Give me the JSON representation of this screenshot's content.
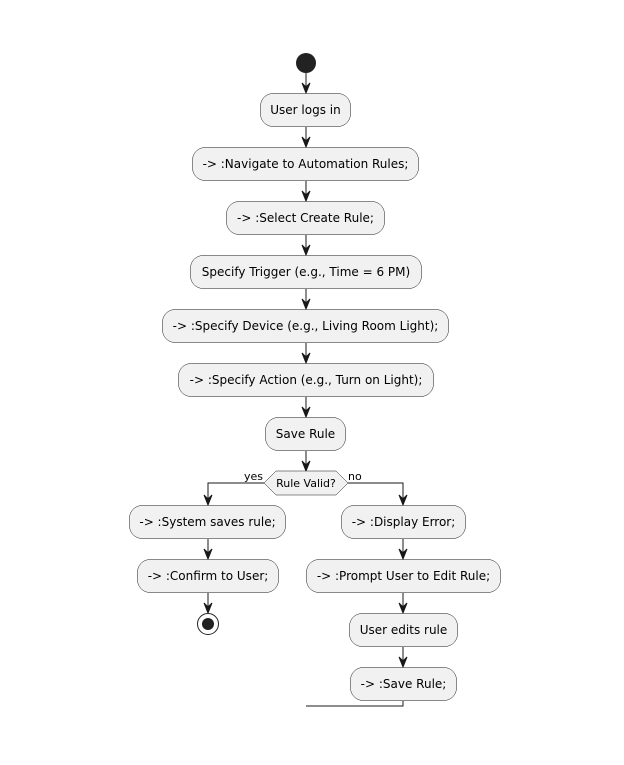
{
  "diagram": {
    "type": "activity",
    "colors": {
      "node_fill": "#F1F1F1",
      "stroke": "#181818",
      "start": "#222222"
    },
    "nodes": {
      "n1": "User logs in",
      "n2": "-> :Navigate to Automation Rules;",
      "n3": "-> :Select Create Rule;",
      "n4": "Specify Trigger (e.g., Time = 6 PM)",
      "n5": "-> :Specify Device (e.g., Living Room Light);",
      "n6": "-> :Specify Action (e.g., Turn on Light);",
      "n7": "Save Rule",
      "yes1": "-> :System saves rule;",
      "yes2": "-> :Confirm to User;",
      "no1": "-> :Display Error;",
      "no2": "-> :Prompt User to Edit Rule;",
      "no3": "User edits rule",
      "no4": "-> :Save Rule;"
    },
    "decision": {
      "label": "Rule Valid?",
      "yes": "yes",
      "no": "no"
    }
  }
}
